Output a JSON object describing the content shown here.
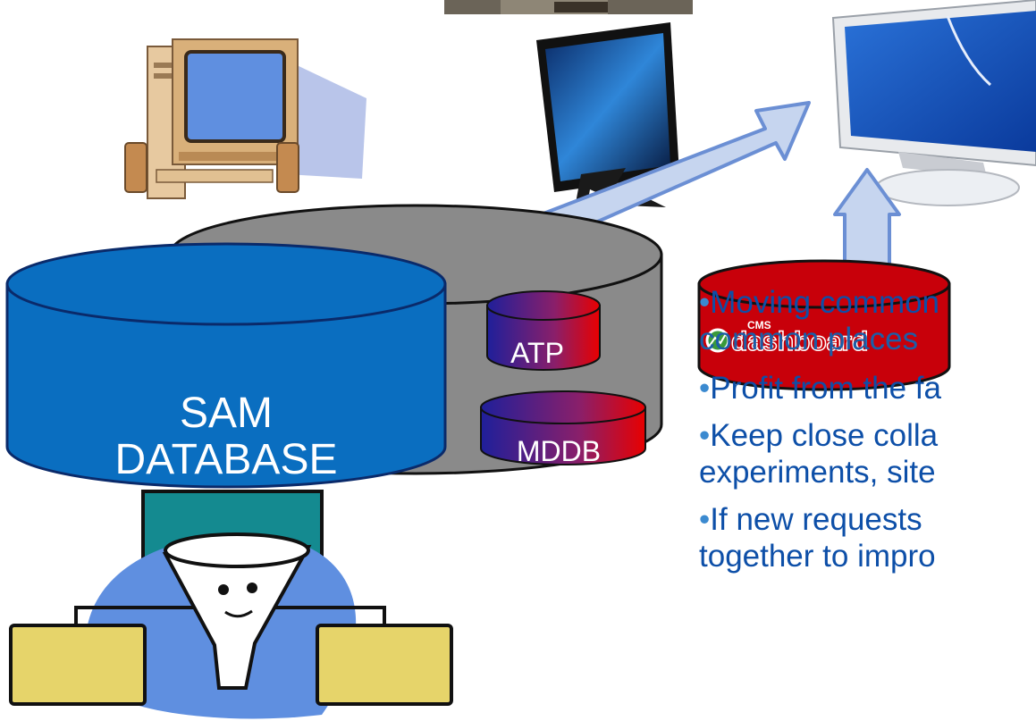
{
  "slide": {
    "database": {
      "line1": "SAM",
      "line2": "DATABASE"
    },
    "components": {
      "atp": "ATP",
      "mddb": "MDDB"
    },
    "dashboard_logo": {
      "small": "CMS",
      "word": "dashboard"
    },
    "bullets": [
      {
        "dot": "•",
        "text": "Moving common",
        "second_line": "common places"
      },
      {
        "dot": "•",
        "text": "Profit from the fa"
      },
      {
        "dot": "•",
        "text": "Keep close colla",
        "second_line": "experiments, site"
      },
      {
        "dot": "•",
        "text": "If new requests",
        "second_line": "together to impro"
      }
    ],
    "colors": {
      "db_blue": "#0a6ec0",
      "db_grey": "#8a8a8a",
      "dashboard_red": "#c8000a",
      "arrow_fill": "#c6d5ef",
      "arrow_stroke": "#6b8fd4",
      "bullet_text": "#0d4fa8",
      "bullet_dot": "#3b8ad0"
    }
  }
}
